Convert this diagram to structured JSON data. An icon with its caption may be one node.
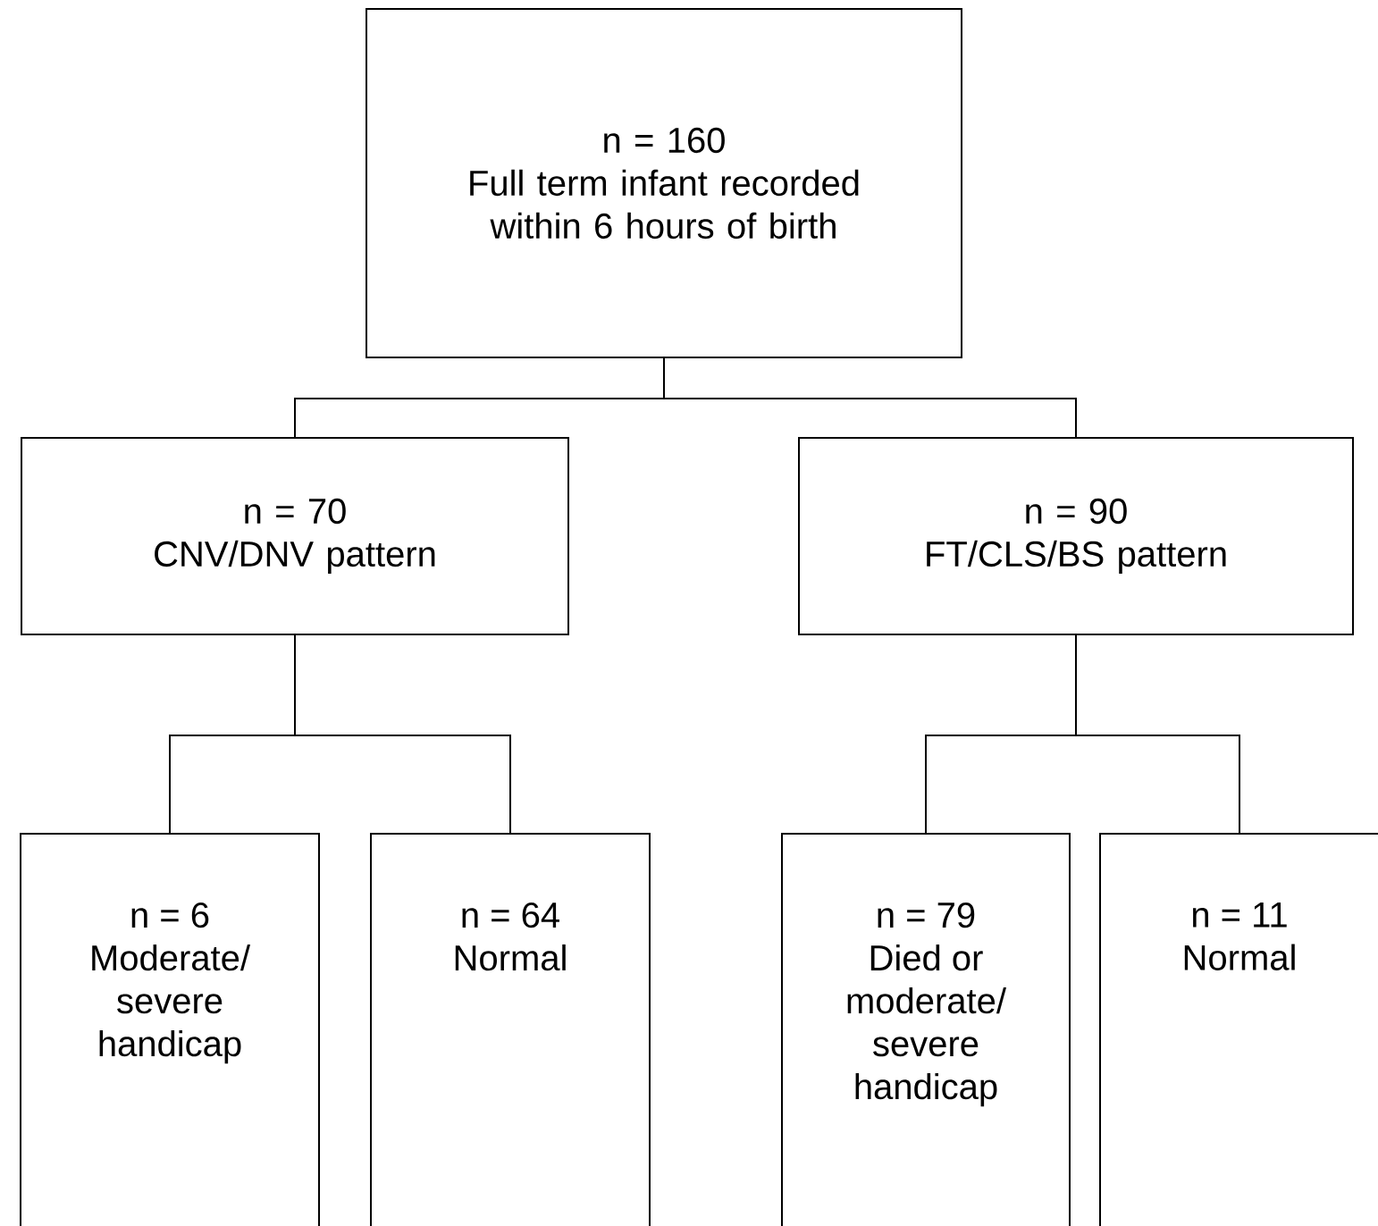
{
  "diagram": {
    "nodes": [
      {
        "text": [
          "n = 160",
          "Full term infant recorded within 6 hours of birth"
        ]
      },
      {
        "text": [
          "n = 70",
          "CNV/DNV pattern"
        ]
      },
      {
        "text": [
          "n = 90",
          "FT/CLS/BS pattern"
        ]
      },
      {
        "text": [
          "n = 6",
          "Moderate/ severe handicap"
        ]
      },
      {
        "text": [
          "n = 64",
          "Normal"
        ]
      },
      {
        "text": [
          "n = 79",
          "Died or moderate/ severe handicap"
        ]
      },
      {
        "text": [
          "n = 11",
          "Normal"
        ]
      }
    ],
    "edges": [
      {
        "from": 0,
        "to": 1,
        "arrow": "none"
      },
      {
        "from": 0,
        "to": 2,
        "arrow": "none"
      },
      {
        "from": 1,
        "to": 3,
        "arrow": "none"
      },
      {
        "from": 1,
        "to": 4,
        "arrow": "none"
      },
      {
        "from": 2,
        "to": 5,
        "arrow": "none"
      },
      {
        "from": 2,
        "to": 6,
        "arrow": "none"
      }
    ]
  }
}
